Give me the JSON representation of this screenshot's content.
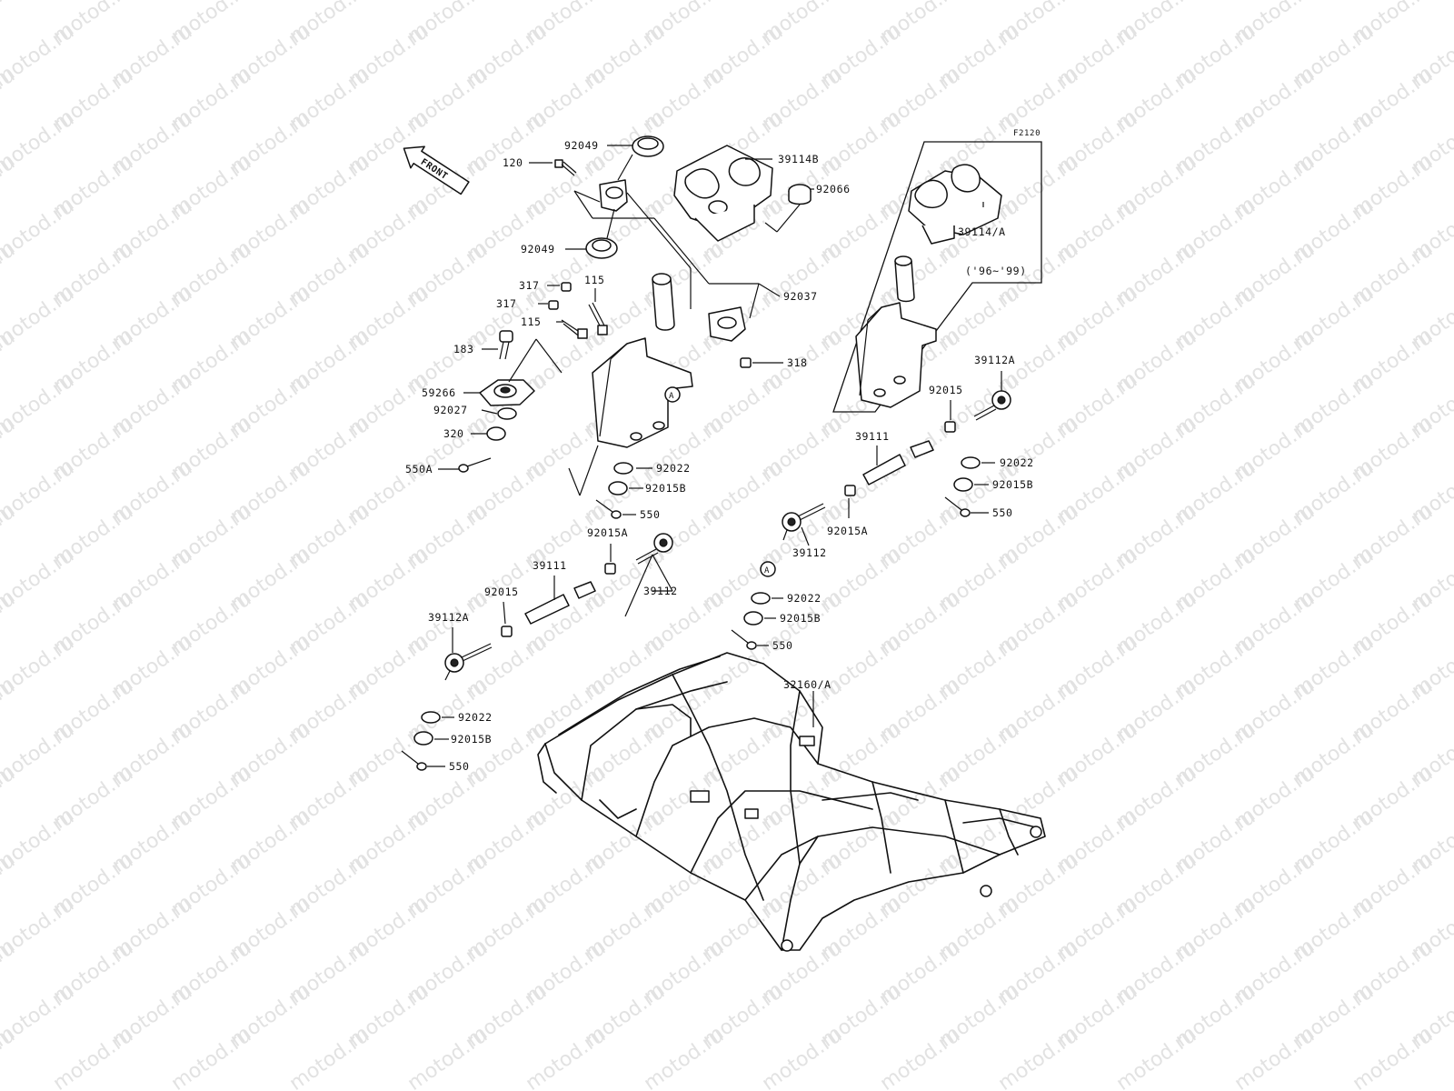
{
  "diagram": {
    "figure_code": "F2120",
    "front_label": "FRONT",
    "variant_note": "('96~'99)",
    "marker_a": "A",
    "watermark": "motod.ru",
    "labels": {
      "p92049_top": "92049",
      "p120": "120",
      "p39114b": "39114B",
      "p92066": "92066",
      "p92049_mid": "92049",
      "p317_a": "317",
      "p115_a": "115",
      "p317_b": "317",
      "p115_b": "115",
      "p92037": "92037",
      "p183": "183",
      "p318": "318",
      "p59266": "59266",
      "p92027": "92027",
      "p320": "320",
      "p550a": "550A",
      "p92022_a": "92022",
      "p92015b_a": "92015B",
      "p550_a": "550",
      "p92015a_a": "92015A",
      "p39111_a": "39111",
      "p92015_a": "92015",
      "p39112_a": "39112",
      "p39112a_a": "39112A",
      "p92022_b": "92022",
      "p92015b_b": "92015B",
      "p550_b": "550",
      "p39114a": "39114/A",
      "p39112a_b": "39112A",
      "p92015_b": "92015",
      "p39111_b": "39111",
      "p92022_c": "92022",
      "p92015b_c": "92015B",
      "p550_c": "550",
      "p92015a_b": "92015A",
      "p39112_b": "39112",
      "p92022_d": "92022",
      "p92015b_d": "92015B",
      "p550_d": "550",
      "p32160a": "32160/A"
    }
  }
}
